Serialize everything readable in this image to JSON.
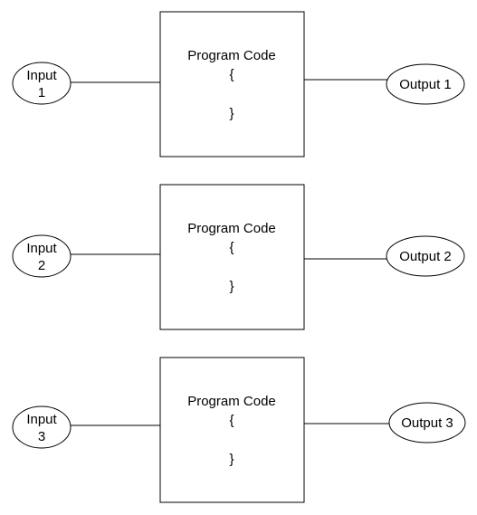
{
  "rows": [
    {
      "input": {
        "line1": "Input",
        "line2": "1"
      },
      "code": {
        "title": "Program Code",
        "open": "{",
        "close": "}"
      },
      "output": {
        "label": "Output 1"
      }
    },
    {
      "input": {
        "line1": "Input",
        "line2": "2"
      },
      "code": {
        "title": "Program Code",
        "open": "{",
        "close": "}"
      },
      "output": {
        "label": "Output 2"
      }
    },
    {
      "input": {
        "line1": "Input",
        "line2": "3"
      },
      "code": {
        "title": "Program Code",
        "open": "{",
        "close": "}"
      },
      "output": {
        "label": "Output 3"
      }
    }
  ]
}
